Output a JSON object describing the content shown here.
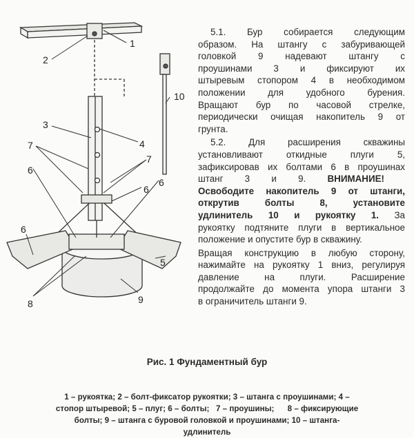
{
  "figure": {
    "callouts": {
      "c1": "1",
      "c2": "2",
      "c3": "3",
      "c4": "4",
      "c5": "5",
      "c6a": "6",
      "c6b": "6",
      "c6c": "6",
      "c6d": "6",
      "c7a": "7",
      "c7b": "7",
      "c8": "8",
      "c9": "9",
      "c10": "10"
    },
    "caption": "Рис. 1 Фундаментный бур",
    "legend": [
      "1 – рукоятка; 2 – болт-фиксатор рукоятки; 3 – штанга с проушинами; 4 –",
      "стопор штыревой; 5 – плуг; 6 – болты;   7 – проушины;      8 – фиксирующие",
      "болты; 9 – штанга с буровой головкой и проушинами; 10 – штанга-",
      "удлинитель"
    ]
  },
  "text": {
    "l1": "5.1. Бур собирается следующим",
    "l2": "образом. На штангу с забуривающей",
    "l3": "головкой 9 надевают штангу с",
    "l4": "проушинами 3 и фиксируют их",
    "l5": "штыревым стопором 4 в необходимом",
    "l6": "положении для удобного бурения.",
    "l7": "Вращают бур по часовой стрелке,",
    "l8": "периодически очищая накопитель 9 от",
    "l9": "грунта.",
    "l10": "5.2. Для расширения скважины",
    "l11": "установливают откидные плуги 5,",
    "l12": "зафиксировав их болтами 6 в проушинах",
    "l13a": "штанг 3 и 9.",
    "l13b": "ВНИМАНИЕ!",
    "l14": "Освободите накопитель 9 от штанги,",
    "l15": "открутив болты 8, установите",
    "l16a": "удлинитель 10 и рукоятку 1.",
    "l16b": "За",
    "l17": "рукоятку подтяните плуги в вертикальное",
    "l18": "положение и опустите бур в скважину.",
    "l19": "Вращая конструкцию в любую сторону,",
    "l20": "нажимайте на рукоятку 1 вниз, регулируя",
    "l21": "давление на плуги. Расширение",
    "l22": "продолжайте до момента упора штанги 3",
    "l23": "в ограничитель штанги 9."
  }
}
